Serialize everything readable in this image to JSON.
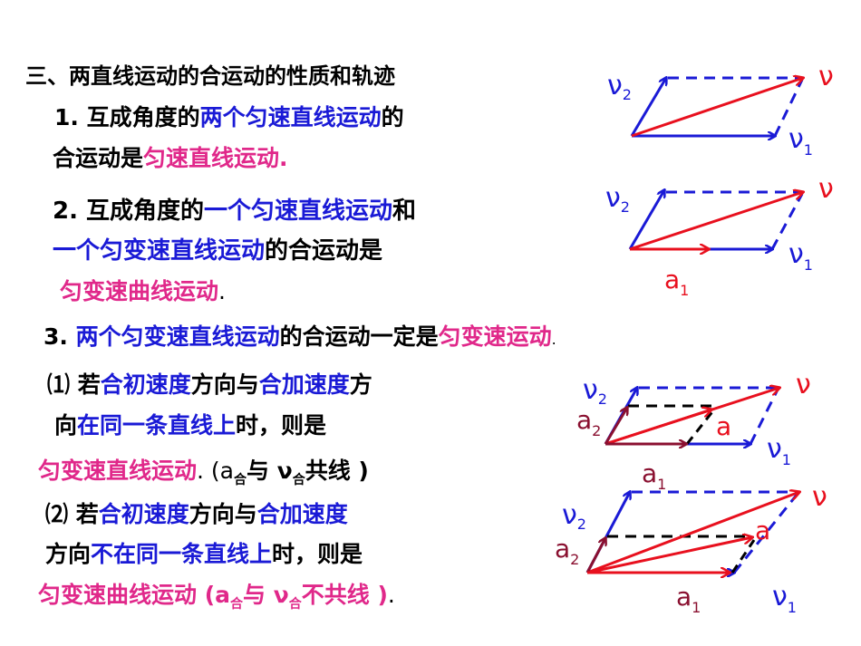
{
  "heading": "三、两直线运动的合运动的性质和轨迹",
  "item1": {
    "line1_prefix": "1. 互成角度的",
    "line1_highlight": "两个匀速直线运动",
    "line1_suffix": "的",
    "line2_prefix": "合运动是",
    "line2_highlight": "匀速直线运动",
    "line2_suffix": "."
  },
  "item2": {
    "line1_prefix": "2. 互成角度的",
    "line1_highlight": "一个匀速直线运动",
    "line1_suffix": "和",
    "line2_highlight": "一个匀变速直线运动",
    "line2_suffix": "的合运动是",
    "line3_highlight": "匀变速曲线运动",
    "line3_suffix": "."
  },
  "item3": {
    "prefix": "3. ",
    "highlight1": "两个匀变速直线运动",
    "middle": "的合运动一定是",
    "highlight2": "匀变速运动",
    "suffix": "."
  },
  "case1": {
    "l1_a": "⑴ 若",
    "l1_b": "合初速度",
    "l1_c": "方向与",
    "l1_d": "合加速度",
    "l1_e": "方",
    "l2_a": "向",
    "l2_b": "在同一条直线上",
    "l2_c": "时，则是",
    "l3_a": "匀变速直线运动",
    "l3_b": ". (a",
    "l3_sub1": "合",
    "l3_c": "与 ν",
    "l3_sub2": "合",
    "l3_d": "共线 )"
  },
  "case2": {
    "l1_a": "⑵ 若",
    "l1_b": "合初速度",
    "l1_c": "方向与",
    "l1_d": "合加速度",
    "l2_a": "方向",
    "l2_b": "不在同一条直线上",
    "l2_c": "时，则是",
    "l3_a": "匀变速曲线运动 (a",
    "l3_sub1": "合",
    "l3_b": "与 ν",
    "l3_sub2": "合",
    "l3_c": "不共线 )",
    "l3_d": "."
  },
  "diagram_labels": {
    "v": "ν",
    "v_sub_1": "1",
    "v_sub_2": "2",
    "a": "a",
    "a_sub_1": "1",
    "a_sub_2": "2"
  },
  "colors": {
    "black": "#000000",
    "blue": "#1a1ad6",
    "pink": "#e0288a",
    "red": "#e8101e",
    "dark_red": "#8a1030"
  }
}
